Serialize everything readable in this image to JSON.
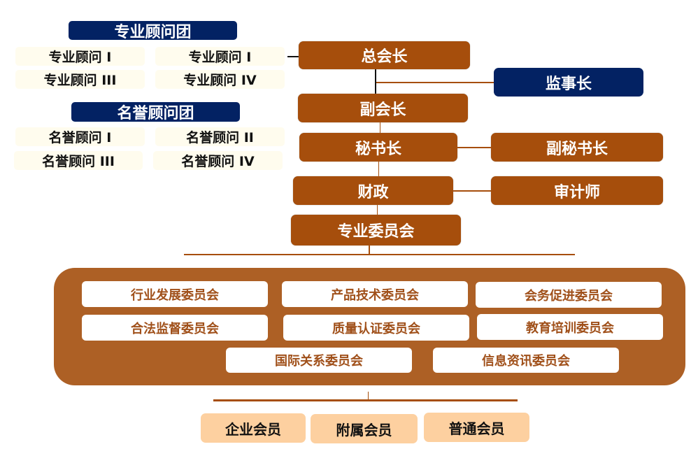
{
  "advisory": {
    "title": "专业顾问团",
    "items": [
      "专业顾问 I",
      "专业顾问 I",
      "专业顾问 III",
      "专业顾问 IV"
    ]
  },
  "honorary": {
    "title": "名誉顾问团",
    "items": [
      "名誉顾问 I",
      "名誉顾问 II",
      "名誉顾问 III",
      "名誉顾问 IV"
    ]
  },
  "roles": {
    "president": "总会长",
    "supervisor": "监事长",
    "vice_president": "副会长",
    "secretary_general": "秘书长",
    "deputy_secretary": "副秘书长",
    "finance": "财政",
    "auditor": "审计师",
    "committees": "专业委员会"
  },
  "committees": [
    "行业发展委员会",
    "产品技术委员会",
    "会务促进委员会",
    "合法监督委员会",
    "质量认证委员会",
    "教育培训委员会",
    "国际关系委员会",
    "信息资讯委员会"
  ],
  "members": [
    "企业会员",
    "附属会员",
    "普通会员"
  ],
  "colors": {
    "brown": "#a64e0c",
    "navy": "#032263",
    "panel": "#ad6025",
    "cream": "#fffcee",
    "peach": "#fdd0a0"
  }
}
